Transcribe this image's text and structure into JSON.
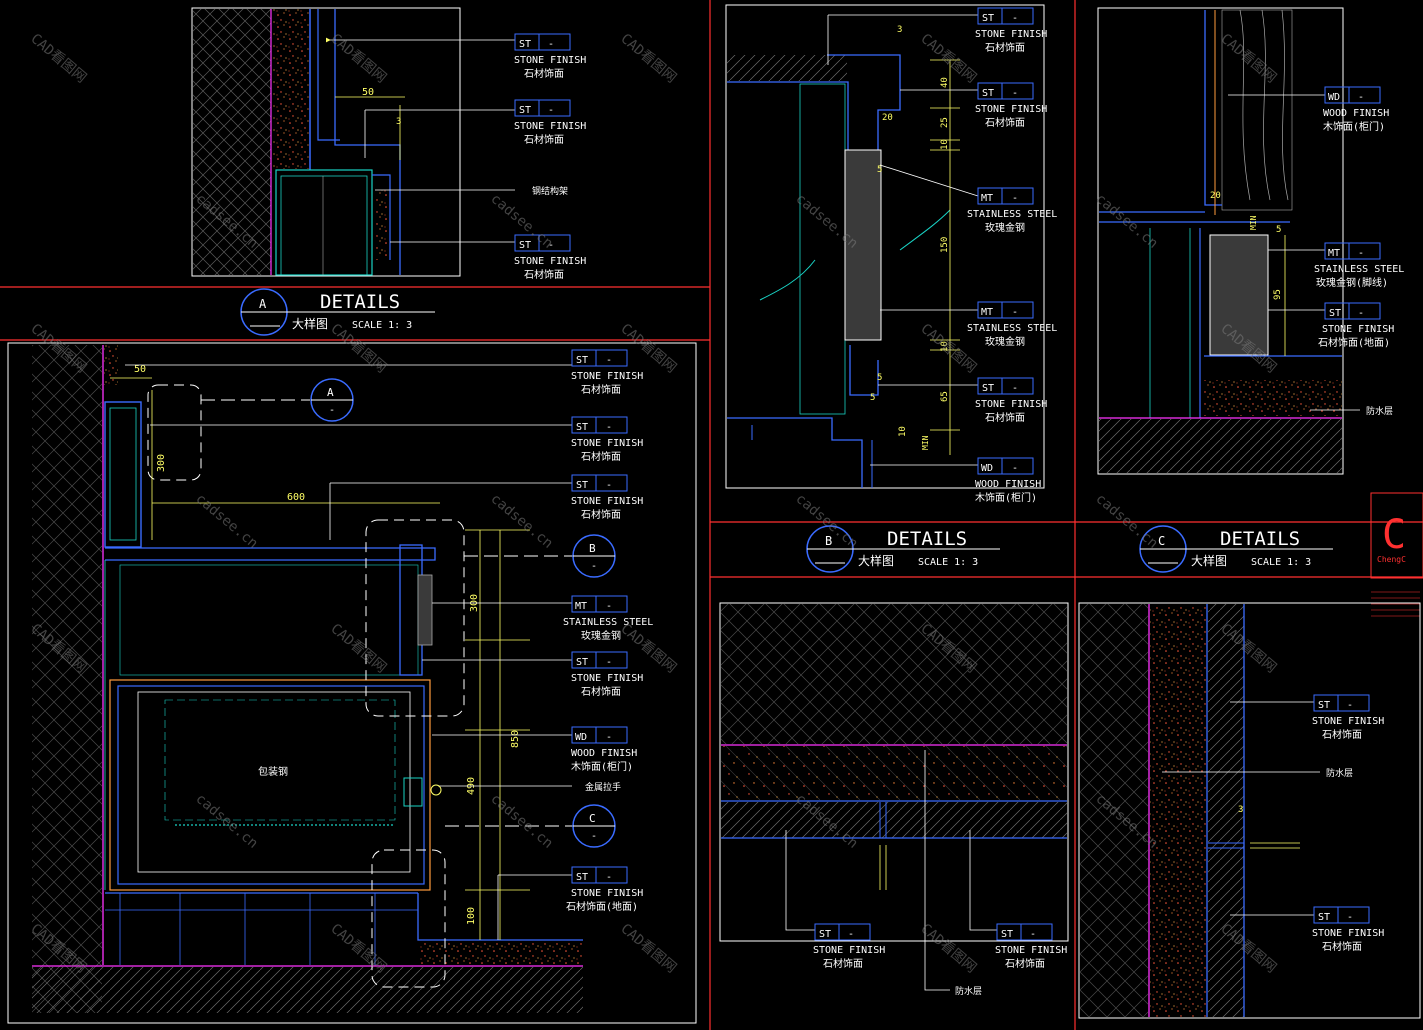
{
  "details": {
    "A": {
      "id": "A",
      "title": "DETAILS",
      "cn": "大样图",
      "scale": "SCALE  1:  3"
    },
    "B": {
      "id": "B",
      "title": "DETAILS",
      "cn": "大样图",
      "scale": "SCALE  1:  3"
    },
    "C": {
      "id": "C",
      "title": "DETAILS",
      "cn": "大样图",
      "scale": "SCALE  1:  3"
    }
  },
  "tags": {
    "st": "ST",
    "mt": "MT",
    "wd": "WD",
    "dash": "-"
  },
  "labels": {
    "stone": "STONE FINISH",
    "stone_cn": "石材饰面",
    "stone_floor_cn": "石材饰面(地面)",
    "steel": "STAINLESS STEEL",
    "steel_cn": "玫瑰金钢",
    "steel_skirt_cn": "玫瑰金钢(脚线)",
    "wood": "WOOD FINISH",
    "wood_cn": "木饰面(柜门)",
    "waterproof": "防水层",
    "steel_frame": "钢结构架",
    "metal_handle": "金属拉手",
    "cabinet": "包装钢"
  },
  "dims": {
    "a50": "50",
    "a3": "3",
    "m50": "50",
    "m300": "300",
    "m600": "600",
    "m300b": "300",
    "m850": "850",
    "m490": "490",
    "m100": "100",
    "b3": "3",
    "b40": "40",
    "b20": "20",
    "b25": "25",
    "b10": "10",
    "b5": "5",
    "b150": "150",
    "b65": "65",
    "bmin": "MIN",
    "c20": "20",
    "cmin": "MIN",
    "c5": "5",
    "c95": "95",
    "e3": "3"
  },
  "watermarks": {
    "cad": "CAD看图网",
    "site": "cadsee.cn"
  },
  "logo": {
    "letter": "C",
    "name": "ChengC"
  }
}
